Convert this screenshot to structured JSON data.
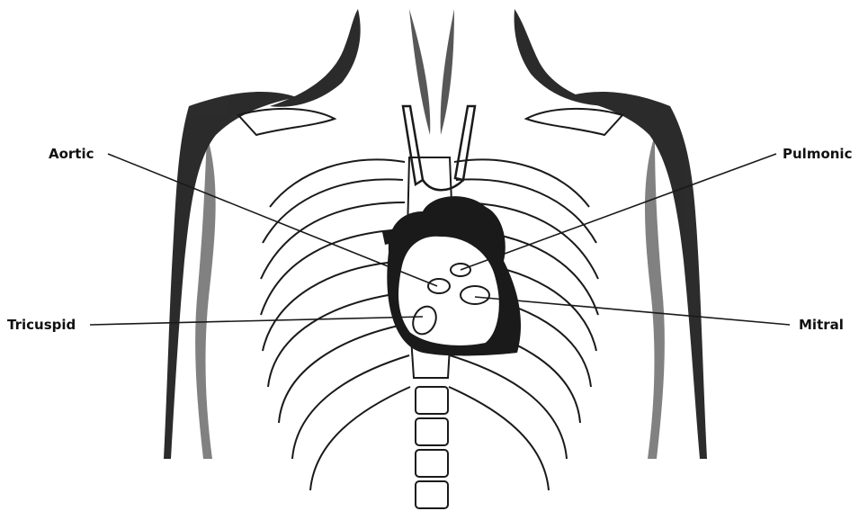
{
  "labels": {
    "aortic": "Aortic",
    "pulmonic": "Pulmonic",
    "tricuspid": "Tricuspid",
    "mitral": "Mitral"
  },
  "colors": {
    "ink": "#111111",
    "background": "#ffffff",
    "heart": "#1a1a1a"
  },
  "icons": {
    "figure": "chest-heart-valves-illustration"
  }
}
